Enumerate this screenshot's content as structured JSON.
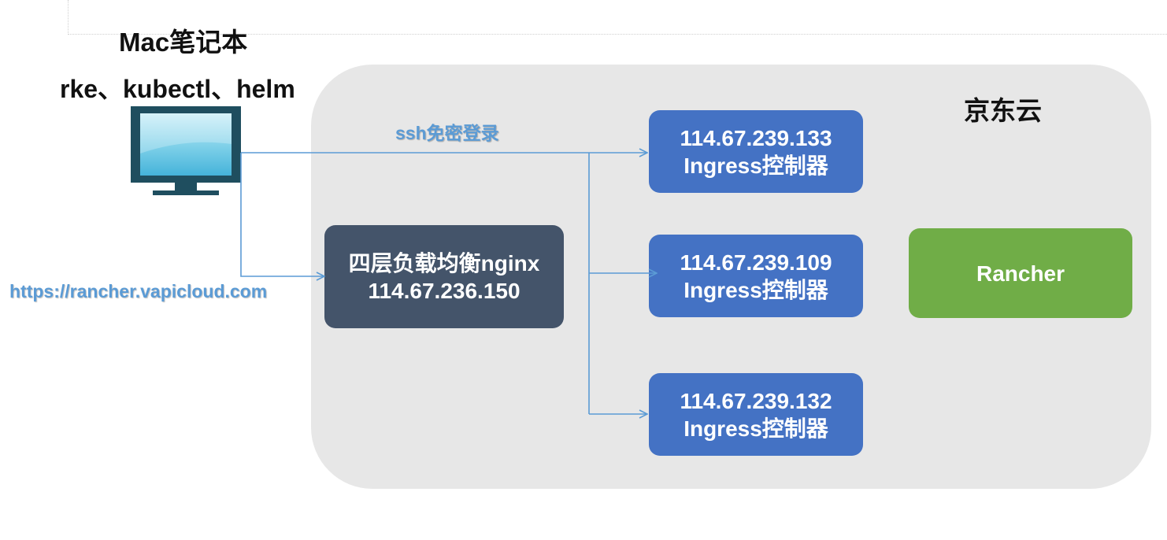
{
  "laptop": {
    "title": "Mac笔记本",
    "tools": "rke、kubectl、helm"
  },
  "connections": {
    "ssh_label": "ssh免密登录",
    "url_label": "https://rancher.vapicloud.com"
  },
  "cloud": {
    "name": "京东云",
    "load_balancer": {
      "line1": "四层负载均衡nginx",
      "line2": "114.67.236.150"
    },
    "ingress_nodes": [
      {
        "ip": "114.67.239.133",
        "role": "Ingress控制器"
      },
      {
        "ip": "114.67.239.109",
        "role": "Ingress控制器"
      },
      {
        "ip": "114.67.239.132",
        "role": "Ingress控制器"
      }
    ],
    "rancher": "Rancher"
  },
  "colors": {
    "panel": "#e7e7e7",
    "load_balancer": "#44546a",
    "ingress": "#4472c4",
    "rancher": "#70ad47",
    "connector": "#5b9bd5"
  },
  "icons": [
    "monitor-icon"
  ]
}
